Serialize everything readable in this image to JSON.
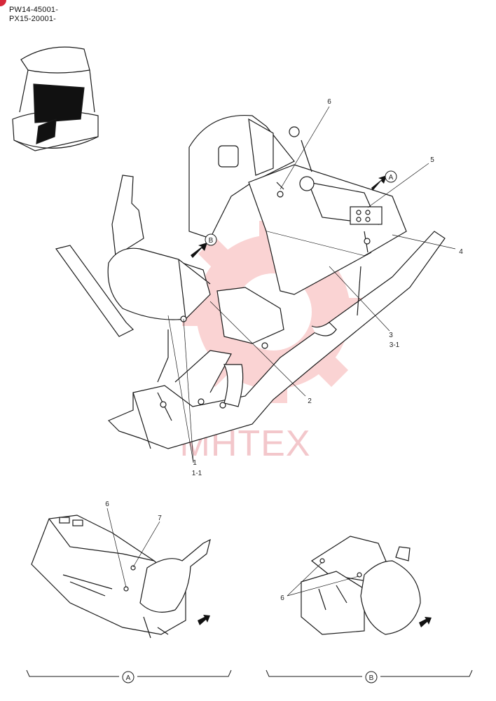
{
  "header": {
    "serial_line_1": "PW14-45001-",
    "serial_line_2": "PX15-20001-"
  },
  "watermark": {
    "text": "MHTEX",
    "color": "#f3c7cb"
  },
  "callouts": {
    "c1": "1",
    "c1_1": "1-1",
    "c2": "2",
    "c3": "3",
    "c3_1": "3-1",
    "c4": "4",
    "c5": "5",
    "c6_main": "6",
    "c6_a": "6",
    "c7": "7",
    "c6_b": "6"
  },
  "view_markers": {
    "a": "A",
    "b": "B",
    "a_main": "A",
    "b_main": "B"
  },
  "colors": {
    "brand_dot": "#d6283a",
    "line": "#1a1a1a"
  }
}
